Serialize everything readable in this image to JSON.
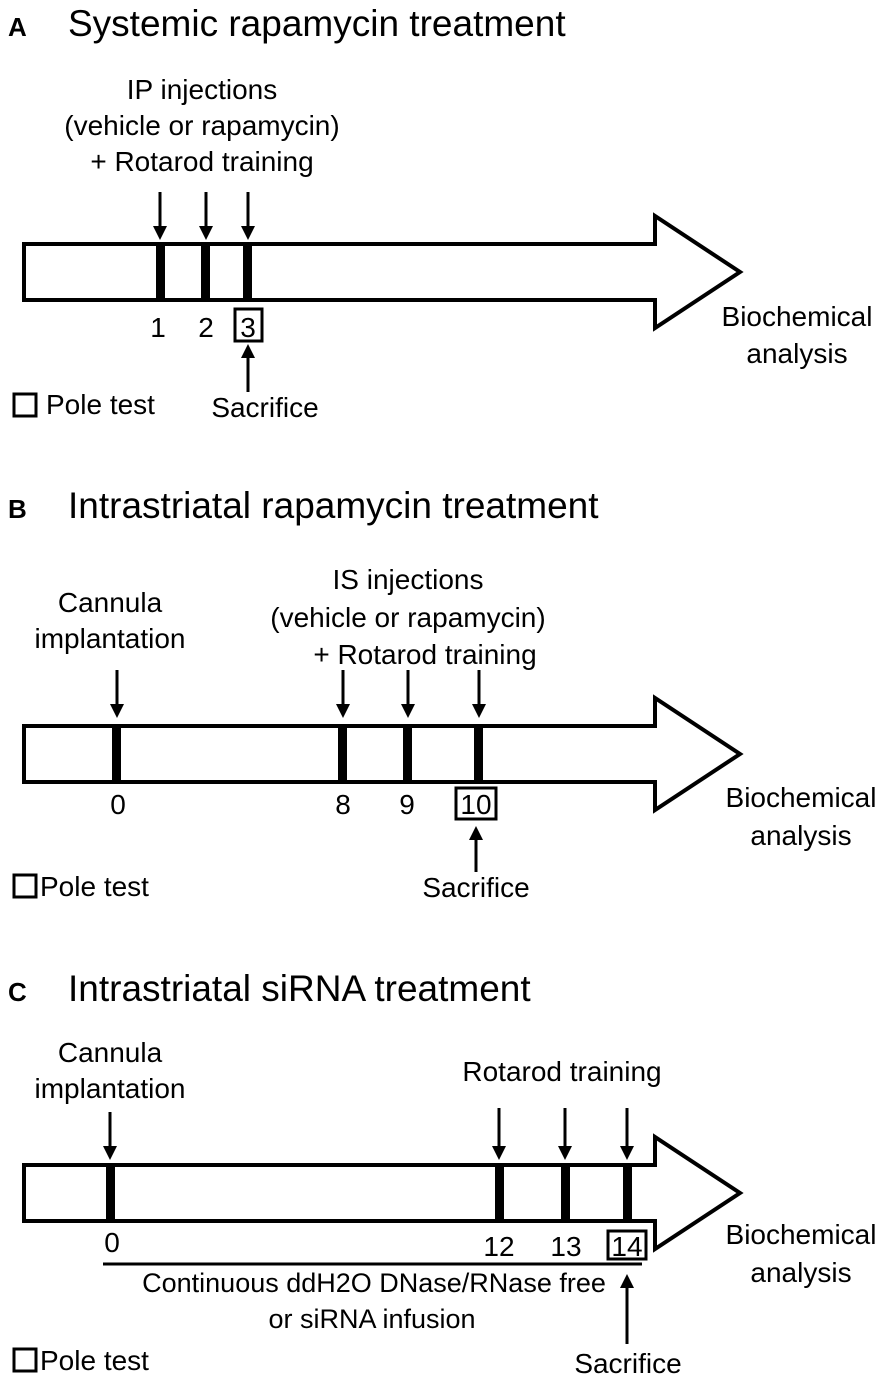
{
  "panels": [
    {
      "letter": "A",
      "title": "Systemic rapamycin treatment",
      "injection_label": [
        "IP injections",
        "(vehicle or rapamycin)",
        "+ Rotarod training"
      ],
      "days": [
        "1",
        "2",
        "3"
      ],
      "boxed_day": "3",
      "endpoint": [
        "Biochemical",
        "analysis"
      ],
      "sacrifice": "Sacrifice",
      "legend": "Pole test"
    },
    {
      "letter": "B",
      "title": "Intrastriatal rapamycin treatment",
      "surgery_label": [
        "Cannula",
        "implantation"
      ],
      "injection_label": [
        "IS injections",
        "(vehicle or rapamycin)",
        "+ Rotarod training"
      ],
      "days": [
        "0",
        "8",
        "9",
        "10"
      ],
      "boxed_day": "10",
      "endpoint": [
        "Biochemical",
        "analysis"
      ],
      "sacrifice": "Sacrifice",
      "legend": "Pole test"
    },
    {
      "letter": "C",
      "title": "Intrastriatal siRNA treatment",
      "surgery_label": [
        "Cannula",
        "implantation"
      ],
      "training_label": "Rotarod training",
      "days": [
        "0",
        "12",
        "13",
        "14"
      ],
      "boxed_day": "14",
      "infusion_label": [
        "Continuous ddH2O DNase/RNase free",
        "or siRNA infusion"
      ],
      "endpoint": [
        "Biochemical",
        "analysis"
      ],
      "sacrifice": "Sacrifice",
      "legend": "Pole test"
    }
  ]
}
